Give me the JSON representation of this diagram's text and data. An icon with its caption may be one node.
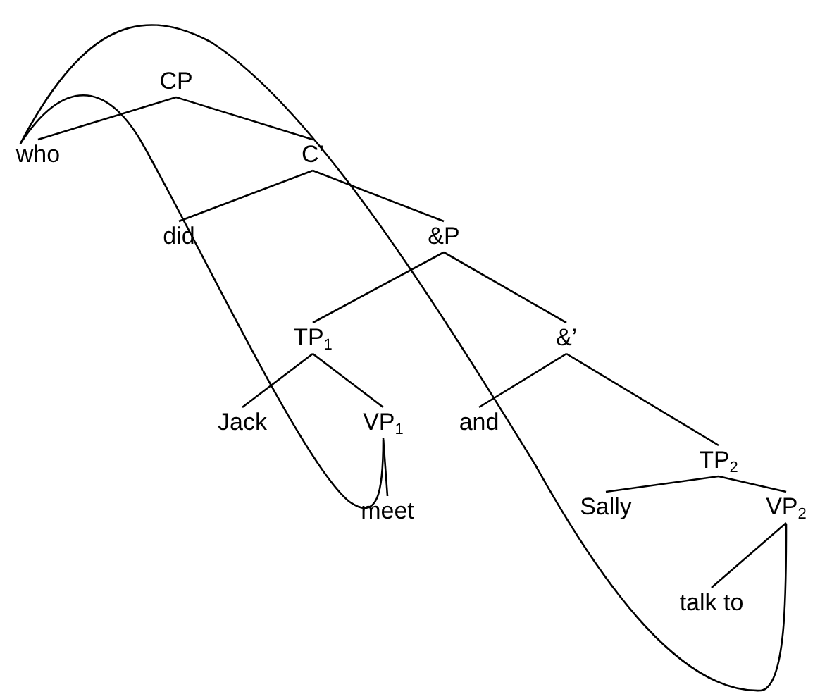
{
  "diagram": {
    "nodes": [
      {
        "text": [
          "CP"
        ]
      },
      {
        "text": [
          "who"
        ]
      },
      {
        "text": [
          "C’"
        ]
      },
      {
        "text": [
          "did"
        ]
      },
      {
        "text": [
          "&P"
        ]
      },
      {
        "text": [
          "TP$_{1}$"
        ]
      },
      {
        "text": [
          "&’"
        ]
      },
      {
        "text": [
          "Jack"
        ]
      },
      {
        "text": [
          "VP$_{1}$"
        ]
      },
      {
        "text": [
          "and"
        ]
      },
      {
        "text": [
          "TP$_{2}$"
        ]
      },
      {
        "text": [
          "meet"
        ]
      },
      {
        "text": [
          "Sally"
        ]
      },
      {
        "text": [
          "VP$_{2}$"
        ]
      },
      {
        "text": [
          "talk to"
        ]
      }
    ],
    "edges": [
      {
        "from": 0,
        "to": 1,
        "arrow": "none"
      },
      {
        "from": 0,
        "to": 2,
        "arrow": "none"
      },
      {
        "from": 2,
        "to": 3,
        "arrow": "none"
      },
      {
        "from": 2,
        "to": 4,
        "arrow": "none"
      },
      {
        "from": 4,
        "to": 5,
        "arrow": "none"
      },
      {
        "from": 4,
        "to": 6,
        "arrow": "none"
      },
      {
        "from": 5,
        "to": 7,
        "arrow": "none"
      },
      {
        "from": 5,
        "to": 8,
        "arrow": "none"
      },
      {
        "from": 6,
        "to": 9,
        "arrow": "none"
      },
      {
        "from": 6,
        "to": 10,
        "arrow": "none"
      },
      {
        "from": 8,
        "to": 11,
        "arrow": "none"
      },
      {
        "from": 10,
        "to": 12,
        "arrow": "none"
      },
      {
        "from": 10,
        "to": 13,
        "arrow": "none"
      },
      {
        "from": 13,
        "to": 14,
        "arrow": "none"
      },
      {
        "from": 1,
        "to": 8,
        "arrow": "none"
      },
      {
        "from": 1,
        "to": 13,
        "arrow": "none"
      }
    ]
  }
}
